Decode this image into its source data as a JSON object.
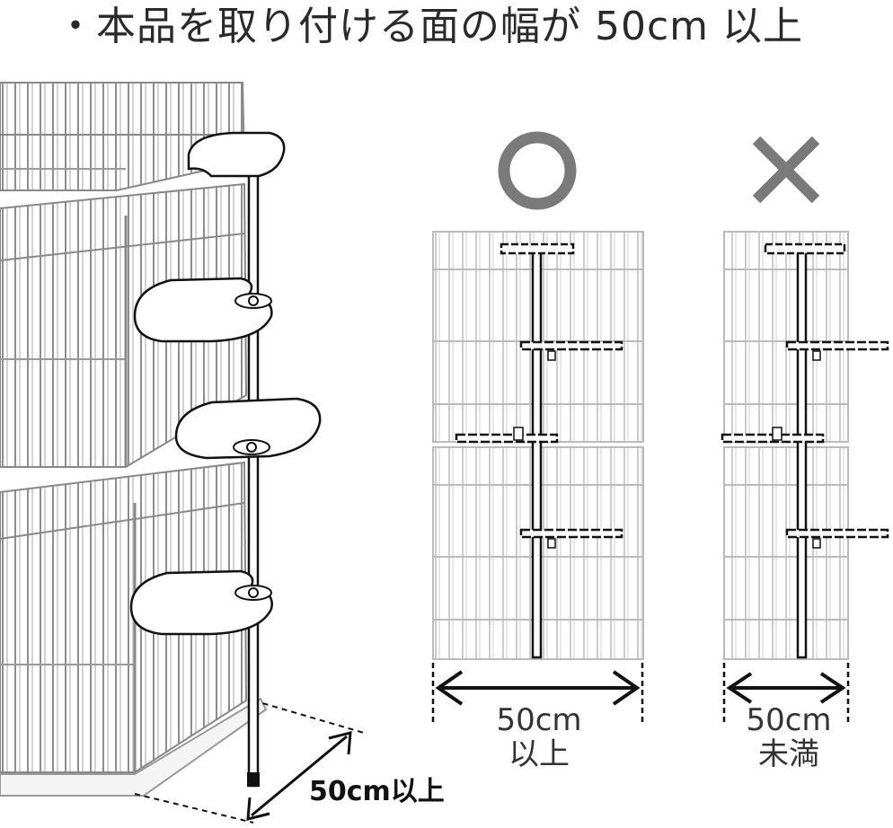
{
  "heading": {
    "text": "・本品を取り付ける面の幅が 50cm 以上"
  },
  "left_illustration": {
    "measure_label": "50cm以上"
  },
  "ok_panel": {
    "symbol": "ok-circle",
    "width_label_line1": "50cm",
    "width_label_line2": "以上"
  },
  "ng_panel": {
    "symbol": "ng-cross",
    "width_label_line1": "50cm",
    "width_label_line2": "未満"
  },
  "colors": {
    "symbol_gray": "#7a7a7a",
    "line_black": "#111111",
    "cage_gray": "#9a9a9a",
    "grid_gray": "#b8b8b8",
    "shelf_fill": "#ffffff"
  }
}
